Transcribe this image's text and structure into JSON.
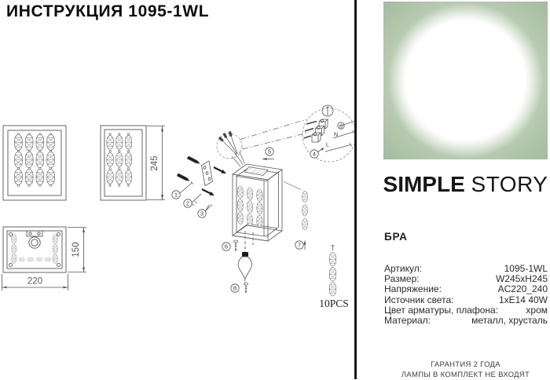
{
  "title": "ИНСТРУКЦИЯ 1095-1WL",
  "brand": {
    "bold": "SIMPLE",
    "light": "STORY"
  },
  "category": "БРА",
  "specs": [
    {
      "label": "Артикул:",
      "value": "1095-1WL"
    },
    {
      "label": "Размер:",
      "value": "W245xH245"
    },
    {
      "label": "Напряжение:",
      "value": "AC220_240"
    },
    {
      "label": "Источник света:",
      "value": "1xE14 40W"
    },
    {
      "label": "Цвет арматуры, плафона:",
      "value": "хром"
    },
    {
      "label": "Материал:",
      "value": "металл, хрусталь"
    }
  ],
  "footer": {
    "line1": "ГАРАНТИЯ 2 ГОДА",
    "line2": "ЛАМПЫ В КОМПЛЕКТ НЕ ВХОДЯТ"
  },
  "drawing": {
    "dims": {
      "height": "245",
      "width": "220",
      "depth": "150"
    },
    "pcs_label": "10PCS",
    "wire_n": "N",
    "wire_l": "L",
    "steps": [
      "1",
      "2",
      "3",
      "4",
      "5",
      "6",
      "7",
      "8"
    ]
  },
  "colors": {
    "accent_green": "#a3bb9e",
    "line_gray": "#555555",
    "divider_black": "#161616"
  }
}
